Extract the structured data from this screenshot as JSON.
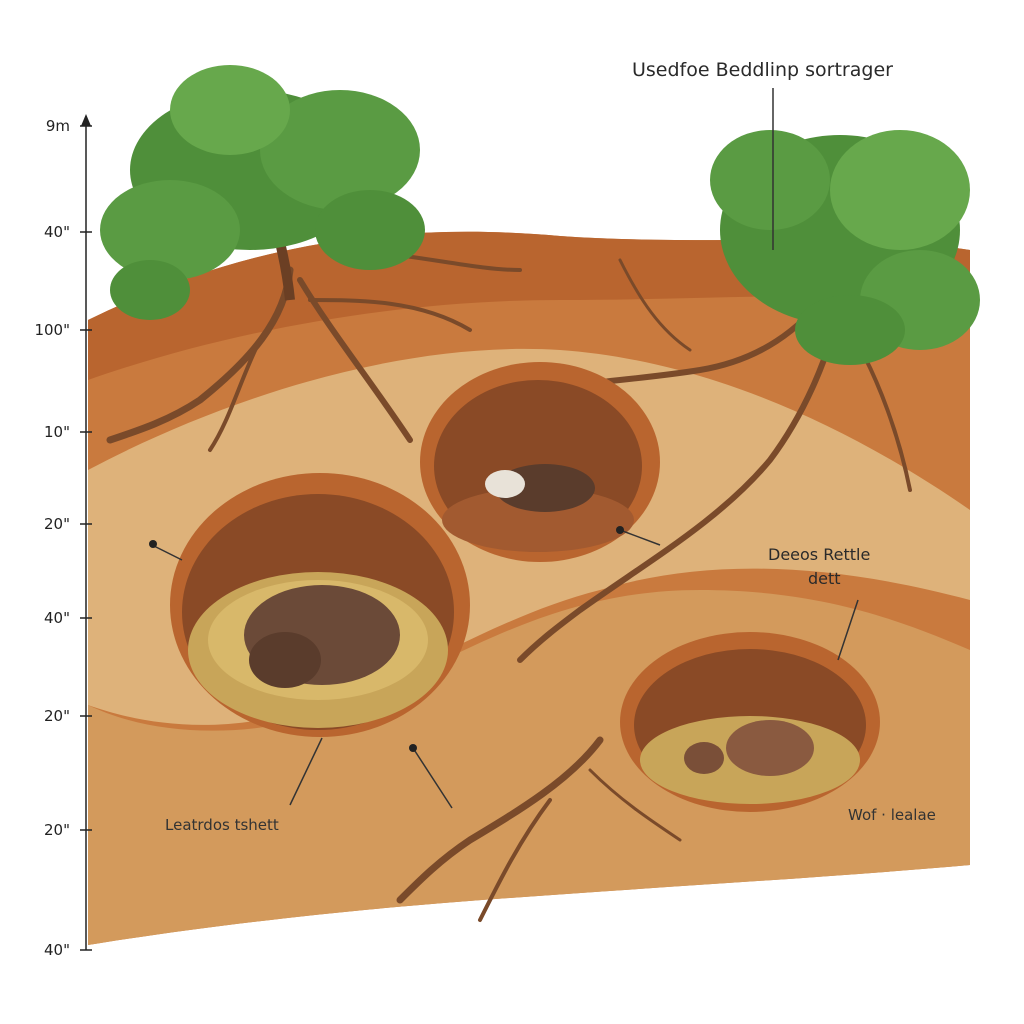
{
  "labels": {
    "top_right": "Usedfoe Beddlinp sortrager",
    "middle_right_line1": "Deeos Rettle",
    "middle_right_line2": "dett",
    "bottom_left": "Leatrdos tshett",
    "bottom_right": "Wof · lealae"
  },
  "axis": {
    "ticks": [
      "9m",
      "40\"",
      "100\"",
      "10\"",
      "20\"",
      "40\"",
      "20\"",
      "20\"",
      "40\""
    ]
  },
  "colors": {
    "soil_dark": "#b9652f",
    "soil_mid": "#cd8a4b",
    "soil_light": "#deb27a",
    "burrow_inside": "#8a4a26",
    "grass": "#c8a559",
    "animal": "#6b4a38",
    "root": "#7a4a2a",
    "leaf": "#4f8f3a"
  }
}
